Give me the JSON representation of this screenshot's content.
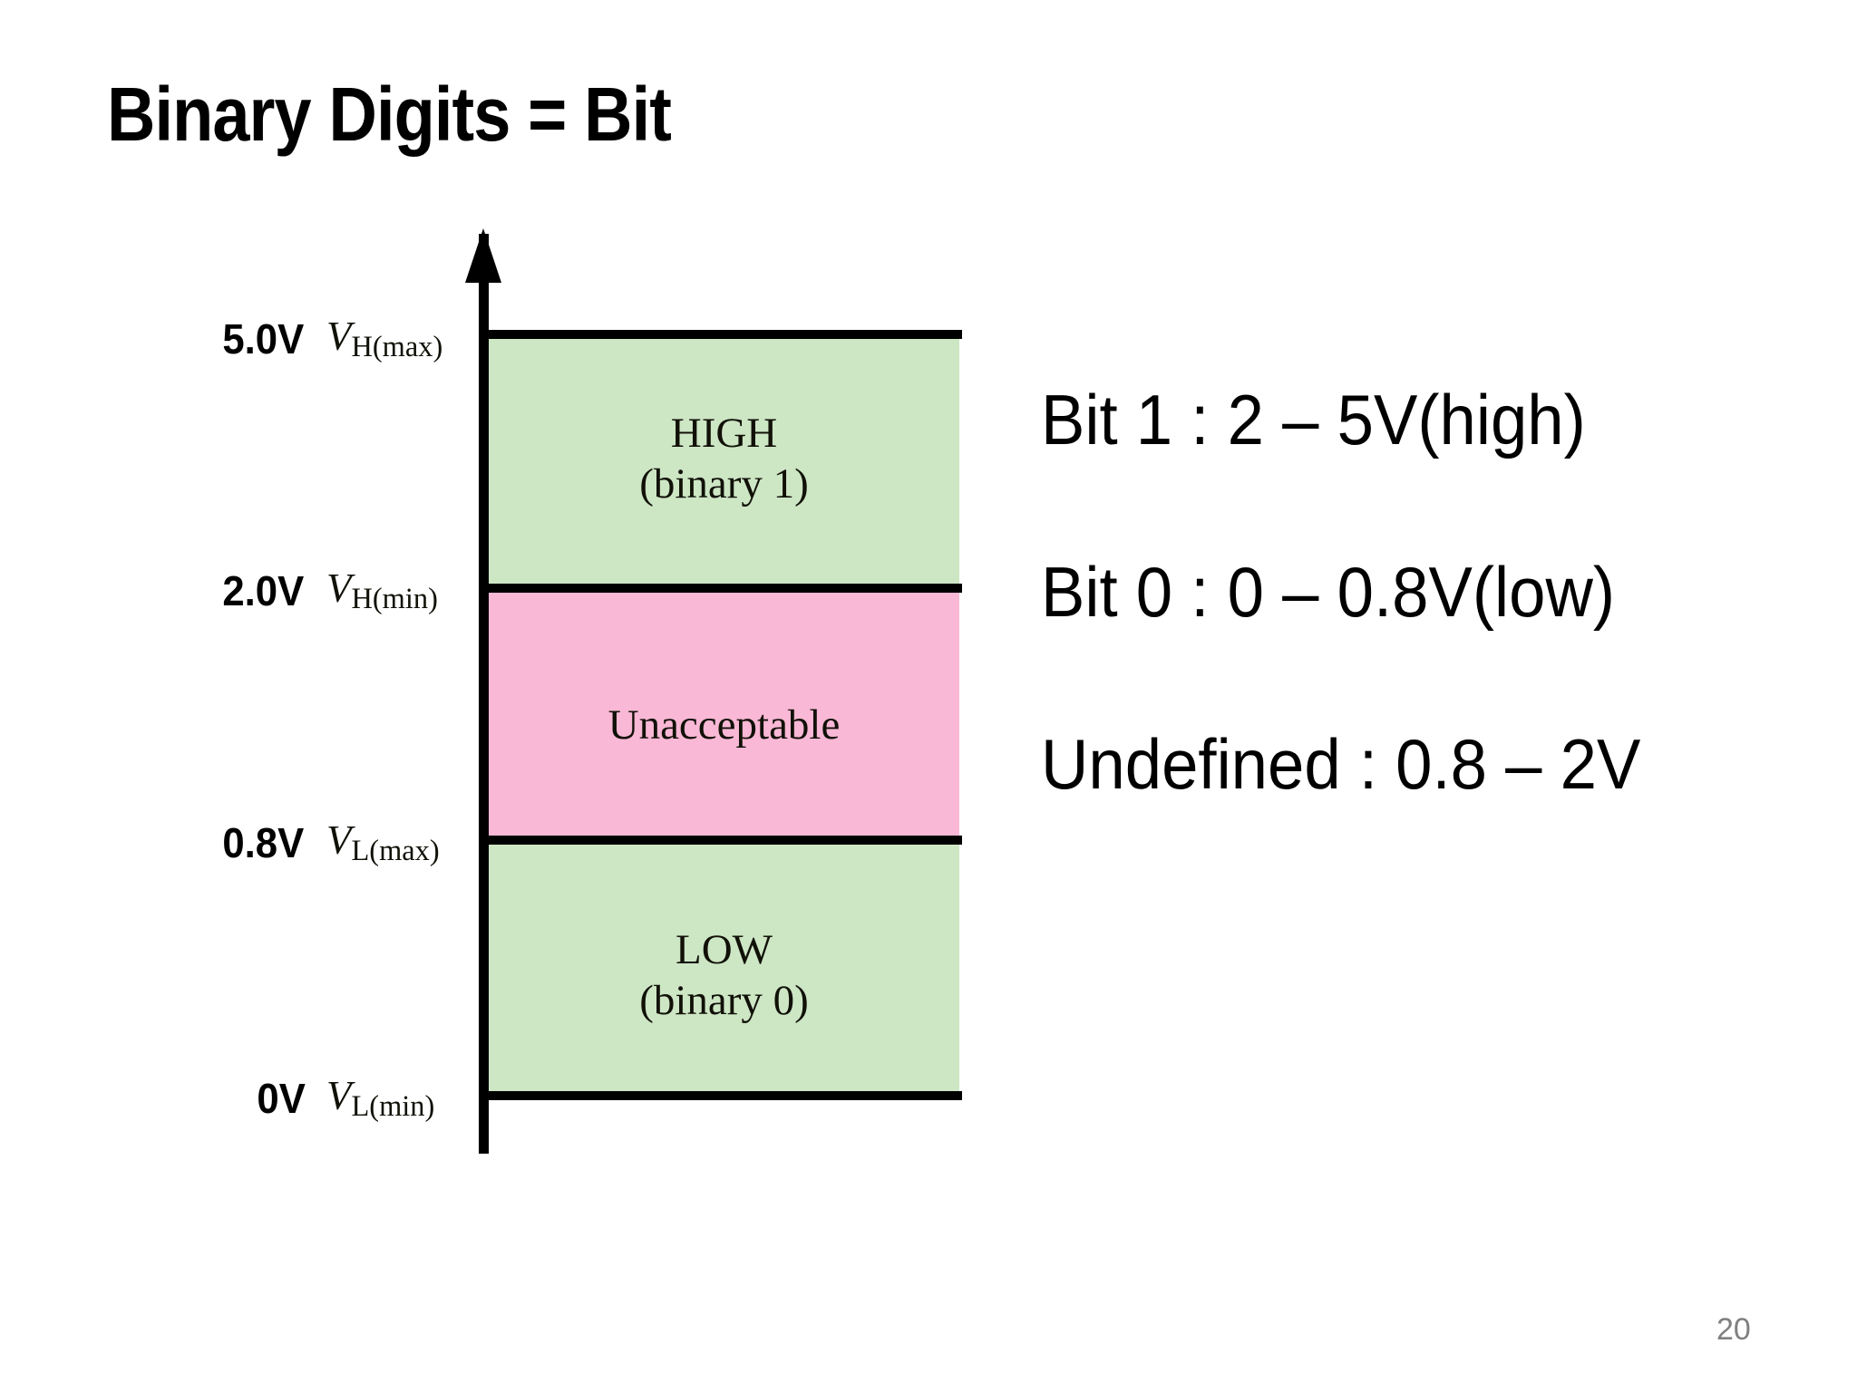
{
  "slide": {
    "title": "Binary Digits = Bit",
    "page_number": "20",
    "background_color": "#FFFFFF"
  },
  "diagram": {
    "axis": {
      "orientation": "vertical",
      "arrow": "up-arrow-icon",
      "color": "#000000"
    },
    "colors": {
      "high_band": "#CDE6C4",
      "unacceptable_band": "#F9B8D5",
      "low_band": "#CDE6C4",
      "line": "#000000"
    },
    "ticks": [
      {
        "voltage": "5.0V",
        "symbol_base": "V",
        "symbol_sub": "H(max)",
        "value": 5.0
      },
      {
        "voltage": "2.0V",
        "symbol_base": "V",
        "symbol_sub": "H(min)",
        "value": 2.0
      },
      {
        "voltage": "0.8V",
        "symbol_base": "V",
        "symbol_sub": "L(max)",
        "value": 0.8
      },
      {
        "voltage": "0V",
        "symbol_base": "V",
        "symbol_sub": "L(min)",
        "value": 0.0
      }
    ],
    "bands": [
      {
        "name": "high",
        "line1": "HIGH",
        "line2": "(binary 1)",
        "range_v": [
          2.0,
          5.0
        ],
        "fill": "#CDE6C4"
      },
      {
        "name": "unacceptable",
        "line1": "Unacceptable",
        "line2": "",
        "range_v": [
          0.8,
          2.0
        ],
        "fill": "#F9B8D5"
      },
      {
        "name": "low",
        "line1": "LOW",
        "line2": "(binary 0)",
        "range_v": [
          0.0,
          0.8
        ],
        "fill": "#CDE6C4"
      }
    ]
  },
  "bullets": [
    "Bit 1 : 2 – 5V(high)",
    "Bit 0 : 0 – 0.8V(low)",
    "Undefined : 0.8 – 2V"
  ]
}
